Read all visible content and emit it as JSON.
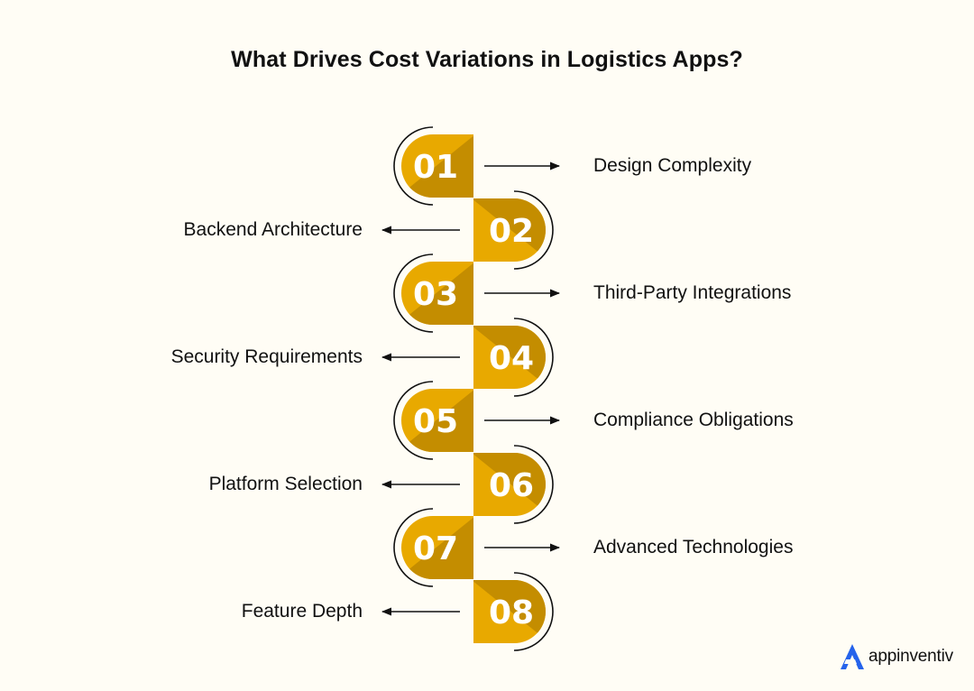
{
  "title": "What Drives Cost Variations in Logistics Apps?",
  "colors": {
    "background": "#fffdf5",
    "gold_light": "#e8a900",
    "gold_dark": "#c48d00",
    "text": "#111111"
  },
  "steps": [
    {
      "number": "01",
      "label": "Design Complexity",
      "side": "right"
    },
    {
      "number": "02",
      "label": "Backend Architecture",
      "side": "left"
    },
    {
      "number": "03",
      "label": "Third-Party Integrations",
      "side": "right"
    },
    {
      "number": "04",
      "label": "Security Requirements",
      "side": "left"
    },
    {
      "number": "05",
      "label": "Compliance Obligations",
      "side": "right"
    },
    {
      "number": "06",
      "label": "Platform Selection",
      "side": "left"
    },
    {
      "number": "07",
      "label": "Advanced Technologies",
      "side": "right"
    },
    {
      "number": "08",
      "label": "Feature Depth",
      "side": "left"
    }
  ],
  "brand": {
    "name": "appinventiv",
    "icon": "appinventiv-logo-icon"
  }
}
